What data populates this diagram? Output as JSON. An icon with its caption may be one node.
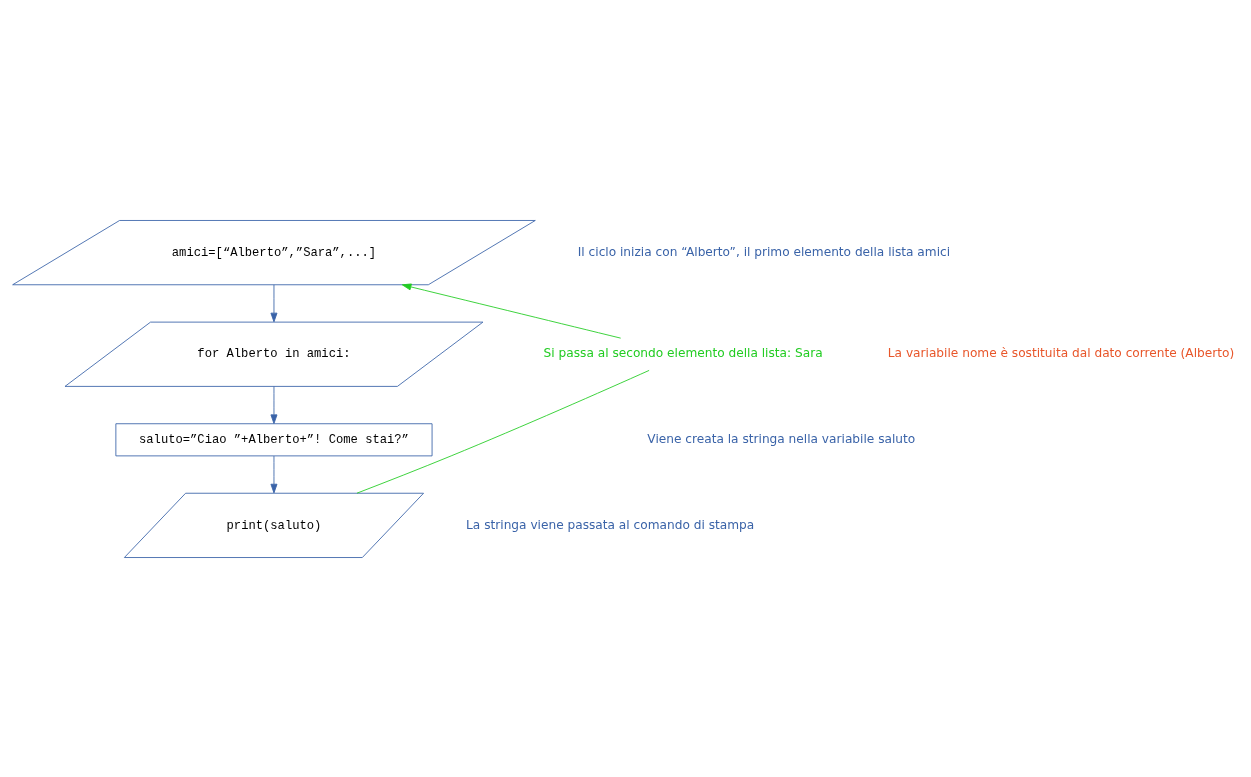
{
  "diagram": {
    "nodes": [
      {
        "text": [
          "amici=[“Alberto”,”Sara”,...]"
        ]
      },
      {
        "text": [
          "for Alberto in amici:"
        ]
      },
      {
        "text": [
          "saluto=”Ciao ”+Alberto+”! Come stai?”"
        ]
      },
      {
        "text": [
          "print(saluto)"
        ]
      },
      {
        "text": [
          "Si passa al secondo elemento della lista: Sara"
        ]
      }
    ],
    "edges": [
      {
        "from": 0,
        "to": 1,
        "arrow": "to"
      },
      {
        "from": 1,
        "to": 2,
        "arrow": "to"
      },
      {
        "from": 2,
        "to": 3,
        "arrow": "to"
      },
      {
        "from": 3,
        "to": 4,
        "arrow": "none",
        "color": "#22cc22"
      },
      {
        "from": 4,
        "to": 0,
        "arrow": "to",
        "color": "#22cc22"
      }
    ],
    "labels": [
      "Il ciclo inizia con “Alberto”, il primo elemento della lista amici",
      "La variabile nome è sostituita dal dato corrente (Alberto)",
      "Viene creata la stringa nella variabile saluto",
      "La stringa viene passata al comando di stampa"
    ]
  }
}
